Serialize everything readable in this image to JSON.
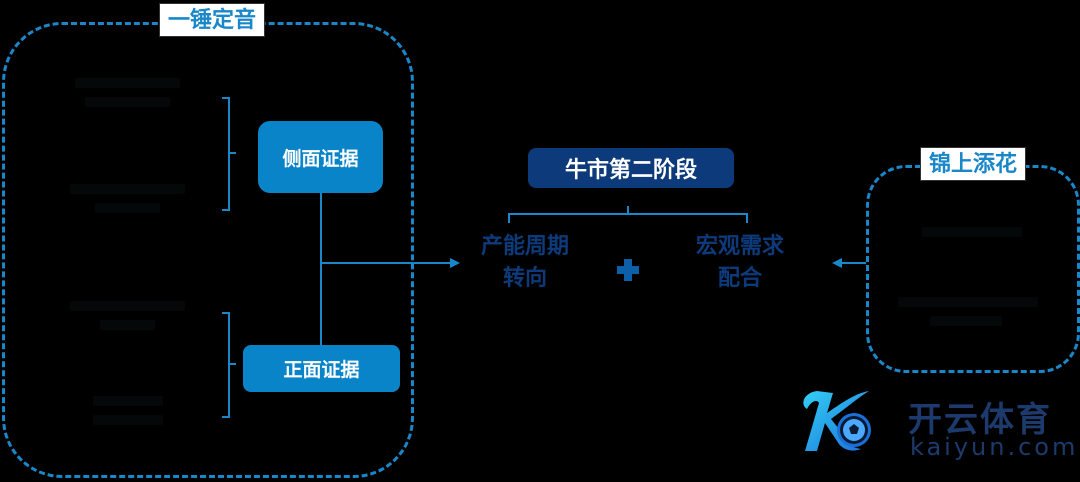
{
  "left_group": {
    "title": "一锤定音",
    "side_evidence": {
      "label": "侧面证据"
    },
    "front_evidence": {
      "label": "正面证据"
    }
  },
  "center": {
    "stage": "牛市第二阶段",
    "factor_left": "产能周期\n转向",
    "factor_left_line1": "产能周期",
    "factor_left_line2": "转向",
    "plus": "+",
    "factor_right_line1": "宏观需求",
    "factor_right_line2": "配合"
  },
  "right_group": {
    "title": "锦上添花"
  },
  "watermark": {
    "brand_cn": "开云体育",
    "brand_en": "kaiyun.com"
  },
  "colors": {
    "accent_blue": "#1a87c9",
    "box_blue": "#0a84c8",
    "navy": "#0d3a7a",
    "background": "#000000"
  }
}
